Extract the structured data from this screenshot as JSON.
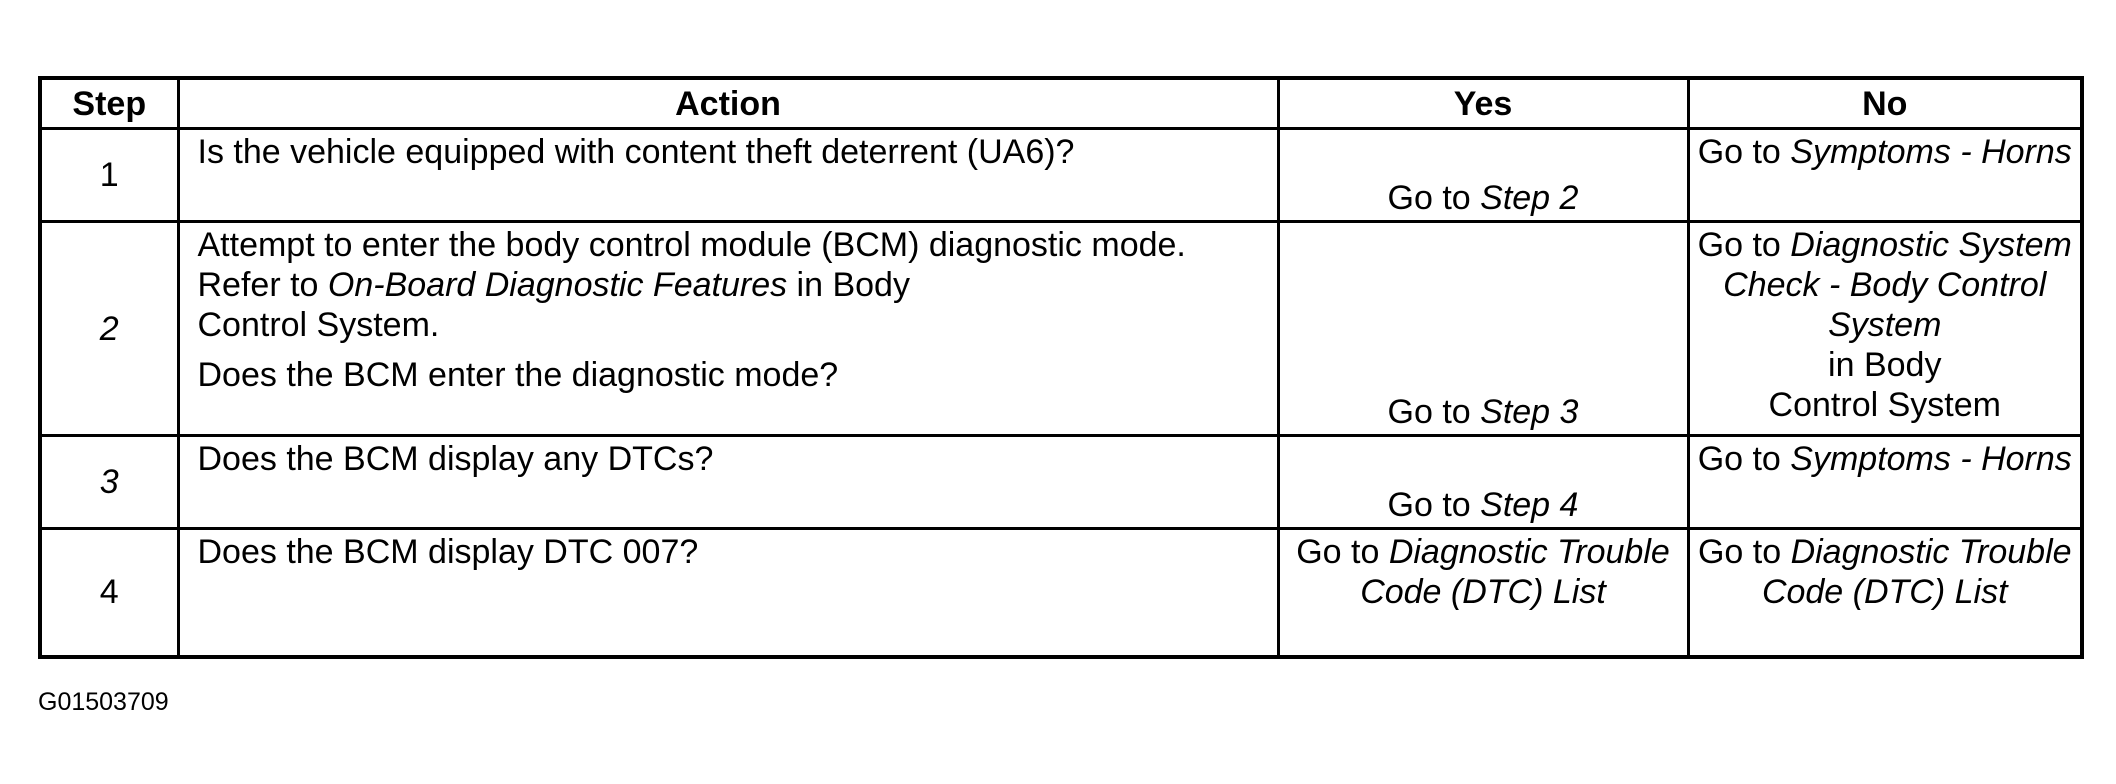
{
  "headers": {
    "step": "Step",
    "action": "Action",
    "yes": "Yes",
    "no": "No"
  },
  "rows": [
    {
      "step": "1",
      "action": [
        "Is the vehicle equipped with content theft deterrent (UA6)?"
      ],
      "yes": {
        "prefix": "Go to ",
        "ref": "Step 2"
      },
      "no": {
        "prefix": "Go to ",
        "ref": "Symptoms - Horns",
        "suffix": ""
      }
    },
    {
      "step": "2",
      "action_line1": "Attempt to enter the body control module (BCM) diagnostic mode.",
      "action_line2_pre": "Refer to ",
      "action_line2_ref": "On-Board Diagnostic Features",
      "action_line2_post": " in Body",
      "action_line3": "Control System.",
      "action_line4": "Does the BCM enter the diagnostic mode?",
      "yes": {
        "prefix": "Go to ",
        "ref": "Step 3"
      },
      "no": {
        "prefix": "Go to ",
        "ref": "Diagnostic System Check - Body Control System",
        "suffix1": "in Body",
        "suffix2": "Control System"
      }
    },
    {
      "step": "3",
      "action": [
        "Does the BCM display any DTCs?"
      ],
      "yes": {
        "prefix": "Go to ",
        "ref": "Step 4"
      },
      "no": {
        "prefix": "Go to ",
        "ref": "Symptoms - Horns"
      }
    },
    {
      "step": "4",
      "action": [
        "Does the BCM display DTC 007?"
      ],
      "yes": {
        "prefix": "Go to ",
        "ref": "Diagnostic Trouble Code (DTC) List"
      },
      "no": {
        "prefix": "Go to ",
        "ref": "Diagnostic Trouble Code (DTC) List"
      }
    }
  ],
  "figure_id": "G01503709"
}
